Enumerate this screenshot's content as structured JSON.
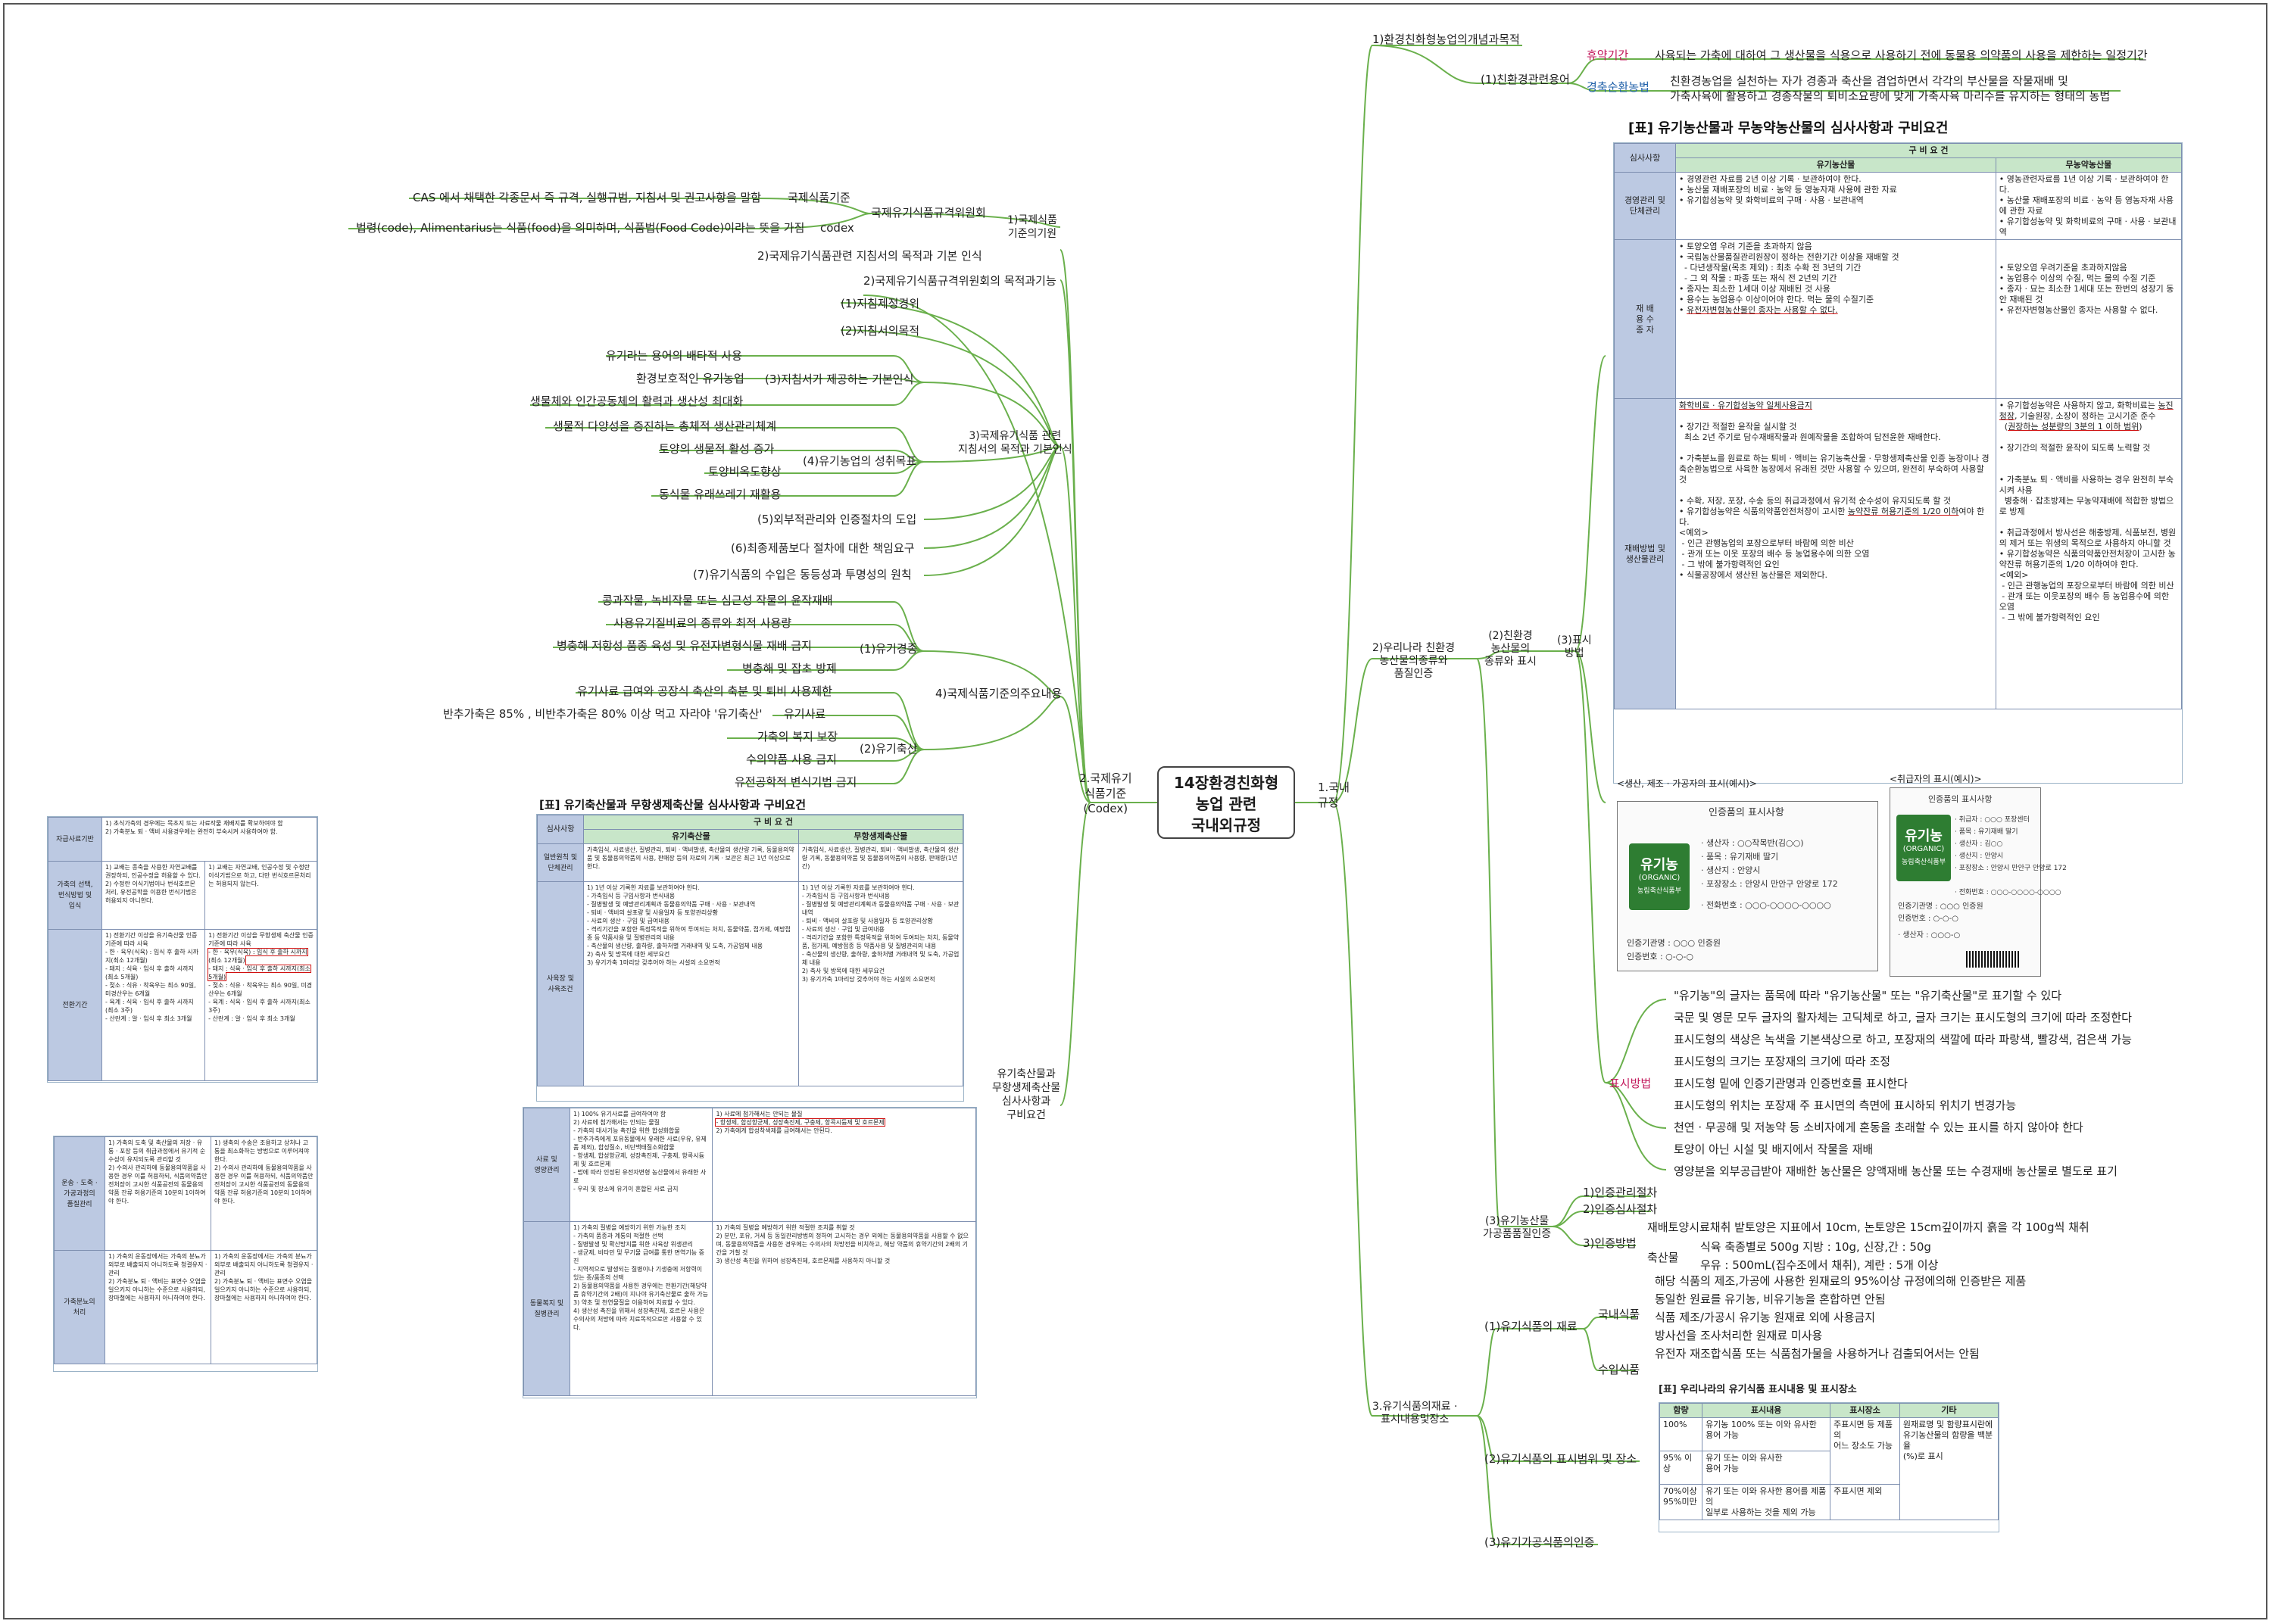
{
  "center": {
    "l1": "14장환경친화형",
    "l2": "농업 관련",
    "l3": "국내외규정"
  },
  "branch": {
    "domestic": "1.국내\n규정",
    "codex": "2.국제유기\n식품기준\n(Codex)"
  },
  "right": {
    "s1": "1)환경친화형농업의개념과목적",
    "s1_1": "(1)친환경관련용어",
    "term1_k": "휴약기간",
    "term1_v": "사육되는 가축에 대하여 그 생산물을 식용으로 사용하기 전에 동물용 의약품의 사용을 제한하는 일정기간",
    "term2_k": "경축순환농법",
    "term2_v1": "친환경농업을 실천하는 자가 경종과 축산을 겸업하면서 각각의 부산물을 작물재배 및",
    "term2_v2": "가축사육에 활용하고 경종작물의 퇴비소요량에 맞게 가축사육 마리수를 유지하는 형태의 농법",
    "table1_title": "[표] 유기농산물과 무농약농산물의 심사사항과 구비요건",
    "s2": "2)우리나라 친환경\n농산물의종류와\n품질인증",
    "s2_2": "(2)친환경\n농산물의\n종류와 표시",
    "s2_3": "(3)표시\n방법",
    "label_ex1": "<생산, 제조 · 가공자의 표시(예시)>",
    "label_ex2": "<취급자의 표시(예시)>",
    "cert_title": "인증품의 표시사항",
    "cert_logo": "유기농",
    "cert_logo_en": "(ORGANIC)",
    "cert_logo_sub": "농림축산식품부",
    "cert_lines1": [
      "· 생산자 : ○○작목반(김○○)",
      "· 품목 : 유기재배 딸기",
      "· 생산지 : 안양시",
      "· 포장장소 : 안양시 만안구 안양로 172",
      "· 전화번호 : ○○○-○○○○-○○○○"
    ],
    "cert_lines2": [
      "· 취급자 : ○○○ 포장센터",
      "· 품목 : 유기재배 딸기",
      "· 생산자 : 김○○",
      "· 생산지 : 안양시",
      "· 포장장소 : 안양시 만안구 안양로 172",
      "· 전화번호 : ○○○-○○○○-○○○○"
    ],
    "cert_foot1": [
      "인증기관명 : ○○○ 인증원",
      "인증번호 : ○-○-○"
    ],
    "cert_foot2": [
      "인증기관명 : ○○○ 인증원",
      "인증번호 : ○-○-○",
      "· 생산자 : ○○○-○"
    ],
    "display_k": "표시방법",
    "display": [
      "\"유기농\"의 글자는 품목에 따라 \"유기농산물\" 또는 \"유기축산물\"로 표기할 수 있다",
      "국문 및 영문 모두 글자의 활자체는 고딕체로 하고, 글자 크기는 표시도형의 크기에 따라 조정한다",
      "표시도형의 색상은 녹색을 기본색상으로 하고, 포장재의 색깔에 따라 파랑색, 빨강색, 검은색 가능",
      "표시도형의 크기는 포장재의 크기에 따라 조정",
      "표시도형 밑에 인증기관명과 인증번호를 표시한다",
      "표시도형의 위치는 포장재 주 표시면의 측면에 표시하되 위치기 변경가능",
      "천연 · 무공해 및 저농약 등 소비자에게 혼동을 초래할 수 있는 표시를 하지 않아야 한다",
      "토양이 아닌 시설 및 배지에서 작물을 재배",
      "영양분을 외부공급받아 재배한 농산물은 양액재배 농산물 또는 수경재배 농산물로 별도로 표기"
    ],
    "s2_3b": "(3)유기농산물\n가공품품질인증",
    "s2_3b_1": "1)인증관리절차",
    "s2_3b_2": "2)인증심사절차",
    "s2_3b_3": "3)인증방법",
    "method_a": "재배토양시료채취    밭토양은 지표에서 10cm, 논토양은 15cm깊이까지 흙을 각 100g씩 채취",
    "method_b_k": "축산물",
    "method_b1": "식육    축종별로 500g      지방 : 10g, 신장,간 : 50g",
    "method_b2": "우유 : 500mL(집수조에서 채취), 계란 : 5개 이상",
    "s3": "3.유기식품의재료 ·\n표시내용및장소",
    "s3_1": "(1)유기식품의 재료",
    "domestic_k": "국내식품",
    "domestic": [
      "해당 식품의 제조,가공에 사용한 원재료의 95%이상 규정에의해 인증받은 제품",
      "동일한 원료를 유기농, 비유기농을 혼합하면 안됨",
      "식품 제조/가공시 유기농 원재료 외에 사용금지",
      "방사선을 조사처리한 원재료 미사용",
      "유전자 재조합식품 또는 식품첨가물을 사용하거나 검출되어서는 안됨"
    ],
    "import_k": "수입식품",
    "s3_2": "(2)유기식품의 표시범위 및 장소",
    "s3_3": "(3)유기가공식품의인증",
    "table2_title": "[표] 우리나라의 유기식품 표시내용 및 표시장소",
    "table2_head": [
      "함량",
      "표시내용",
      "표시장소",
      "기타"
    ],
    "table2_rows": [
      [
        "100%",
        "유기농 100% 또는 이와 유사한\n용어 가능",
        "주표시면 등 제품의\n어느 장소도 가능",
        "원재료명 및 함량표시란에\n유기농산물의 함량을 백분율\n(%)로 표시"
      ],
      [
        "95% 이상",
        "유기 또는 이와 유사한\n용어 가능",
        "",
        ""
      ],
      [
        "70%이상\n95%미만",
        "유기 또는 이와 유사한 용어를 제품의\n일부로 사용하는 것을 제외 가능",
        "주표시면 제외",
        ""
      ]
    ]
  },
  "left": {
    "c1": "1)국제식품\n기준의기원",
    "c1_a": "국제유기식품규격위원회",
    "c1_a1_k": "국제식품기준",
    "c1_a1_v": "CAS 에서 채택한 각종문서 즉 규격, 실행규범, 지침서 및 권고사항을 말함",
    "c1_a2_k": "codex",
    "c1_a2_v": "법령(code), Alimentarius는 식품(food)을 의미하며,  식품법(Food Code)이라는 뜻을 가짐",
    "c2": "2)국제유기식품관련 지침서의 목적과 기본 인식",
    "c3": "2)국제유기식품규격위원회의 목적과기능",
    "c4": "3)국제유기식품 관련\n지침서의 목적과 기본인식",
    "c4_1": "(1)지침제정경위",
    "c4_2": "(2)지침서의목적",
    "c4_3": "(3)지침서가 제공하는 기본인식",
    "c4_3i": [
      "유기라는 용어의 배타적 사용",
      "환경보호적인 유기농업",
      "생물체와 인간공동체의 활력과 생산성 최대화"
    ],
    "c4_4": "(4)유기농업의 성취목표",
    "c4_4i": [
      "생물적 다양성을 증진하는 총체적 생산관리체계",
      "토양의 생물적 활성 증가",
      "토양비옥도향상",
      "동식물 유래쓰레기 재활용"
    ],
    "c4_5": "(5)외부적관리와 인증절차의 도입",
    "c4_6": "(6)최종제품보다 절차에 대한 책임요구",
    "c4_7": "(7)유기식품의 수입은 동등성과 투명성의 원칙",
    "c5": "4)국제식품기준의주요내용",
    "c5_1": "(1)유기경종",
    "c5_1i": [
      "콩과작물, 녹비작물 또는 심근성 작물의 윤작재배",
      "사용유기질비료의 종류와 최적 사용량",
      "병충해 저항성 품종 육성 및 유전자변형식물 재배 금지",
      "병충해 및 잡초 방제"
    ],
    "c5_2": "(2)유기축산",
    "c5_2i": [
      "유기사료 급여와 공장식 축산의 축분 및 퇴비 사용제한",
      "유기사료",
      "가축의 복지 보장",
      "수의약품 사용 금지",
      "유전공학적 변식기법 금지"
    ],
    "c5_2note": "반추가축은 85% , 비반추가축은 80% 이상 먹고 자라야 '유기축산'",
    "c6": "유기축산물과\n무항생제축산물\n심사사항과\n구비요건",
    "table3_title": "[표] 유기축산물과 무항생제축산물 심사사항과 구비요건"
  },
  "colors": {
    "line": "#6ab04c",
    "accent_pink": "#c2185b",
    "accent_blue": "#1e5fa8",
    "header_green": "#c8e6c9",
    "header_blue": "#bcc9e2"
  }
}
